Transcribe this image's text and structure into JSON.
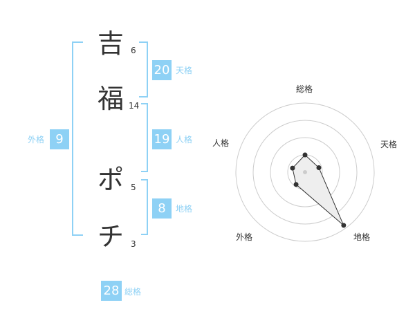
{
  "name": {
    "characters": [
      {
        "char": "吉",
        "strokes": "6"
      },
      {
        "char": "福",
        "strokes": "14"
      },
      {
        "char": "ポ",
        "strokes": "5"
      },
      {
        "char": "チ",
        "strokes": "3"
      }
    ]
  },
  "kakusu": {
    "tenkaku": {
      "label": "天格",
      "value": "20"
    },
    "jinkaku": {
      "label": "人格",
      "value": "19"
    },
    "chikaku": {
      "label": "地格",
      "value": "8"
    },
    "gaikaku": {
      "label": "外格",
      "value": "9"
    },
    "soukaku": {
      "label": "総格",
      "value": "28"
    }
  },
  "radar": {
    "axes": [
      "総格",
      "天格",
      "地格",
      "外格",
      "人格"
    ],
    "levels": 4,
    "values": [
      0.25,
      0.21,
      0.95,
      0.22,
      0.19
    ],
    "colors": {
      "grid": "#cccccc",
      "line": "#333333",
      "fill": "#eeeeee",
      "center": "#cccccc"
    }
  },
  "colors": {
    "accent": "#8ed1f5",
    "text": "#333333"
  }
}
